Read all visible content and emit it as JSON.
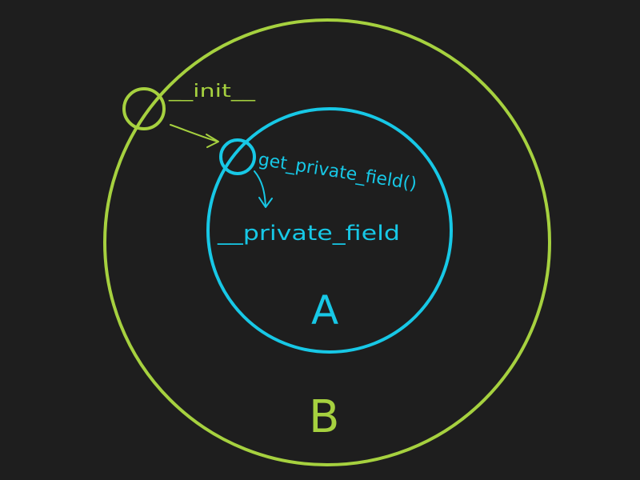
{
  "colors": {
    "background": "#1e1e1e",
    "outer": "#a6d13f",
    "inner": "#17c8e6"
  },
  "diagram": {
    "outer_circle": {
      "label": "B"
    },
    "inner_circle": {
      "label": "A"
    },
    "outer_method": {
      "label": "__init__"
    },
    "inner_method": {
      "label": "get_private_field()"
    },
    "private_field": {
      "label": "__private_field"
    }
  }
}
